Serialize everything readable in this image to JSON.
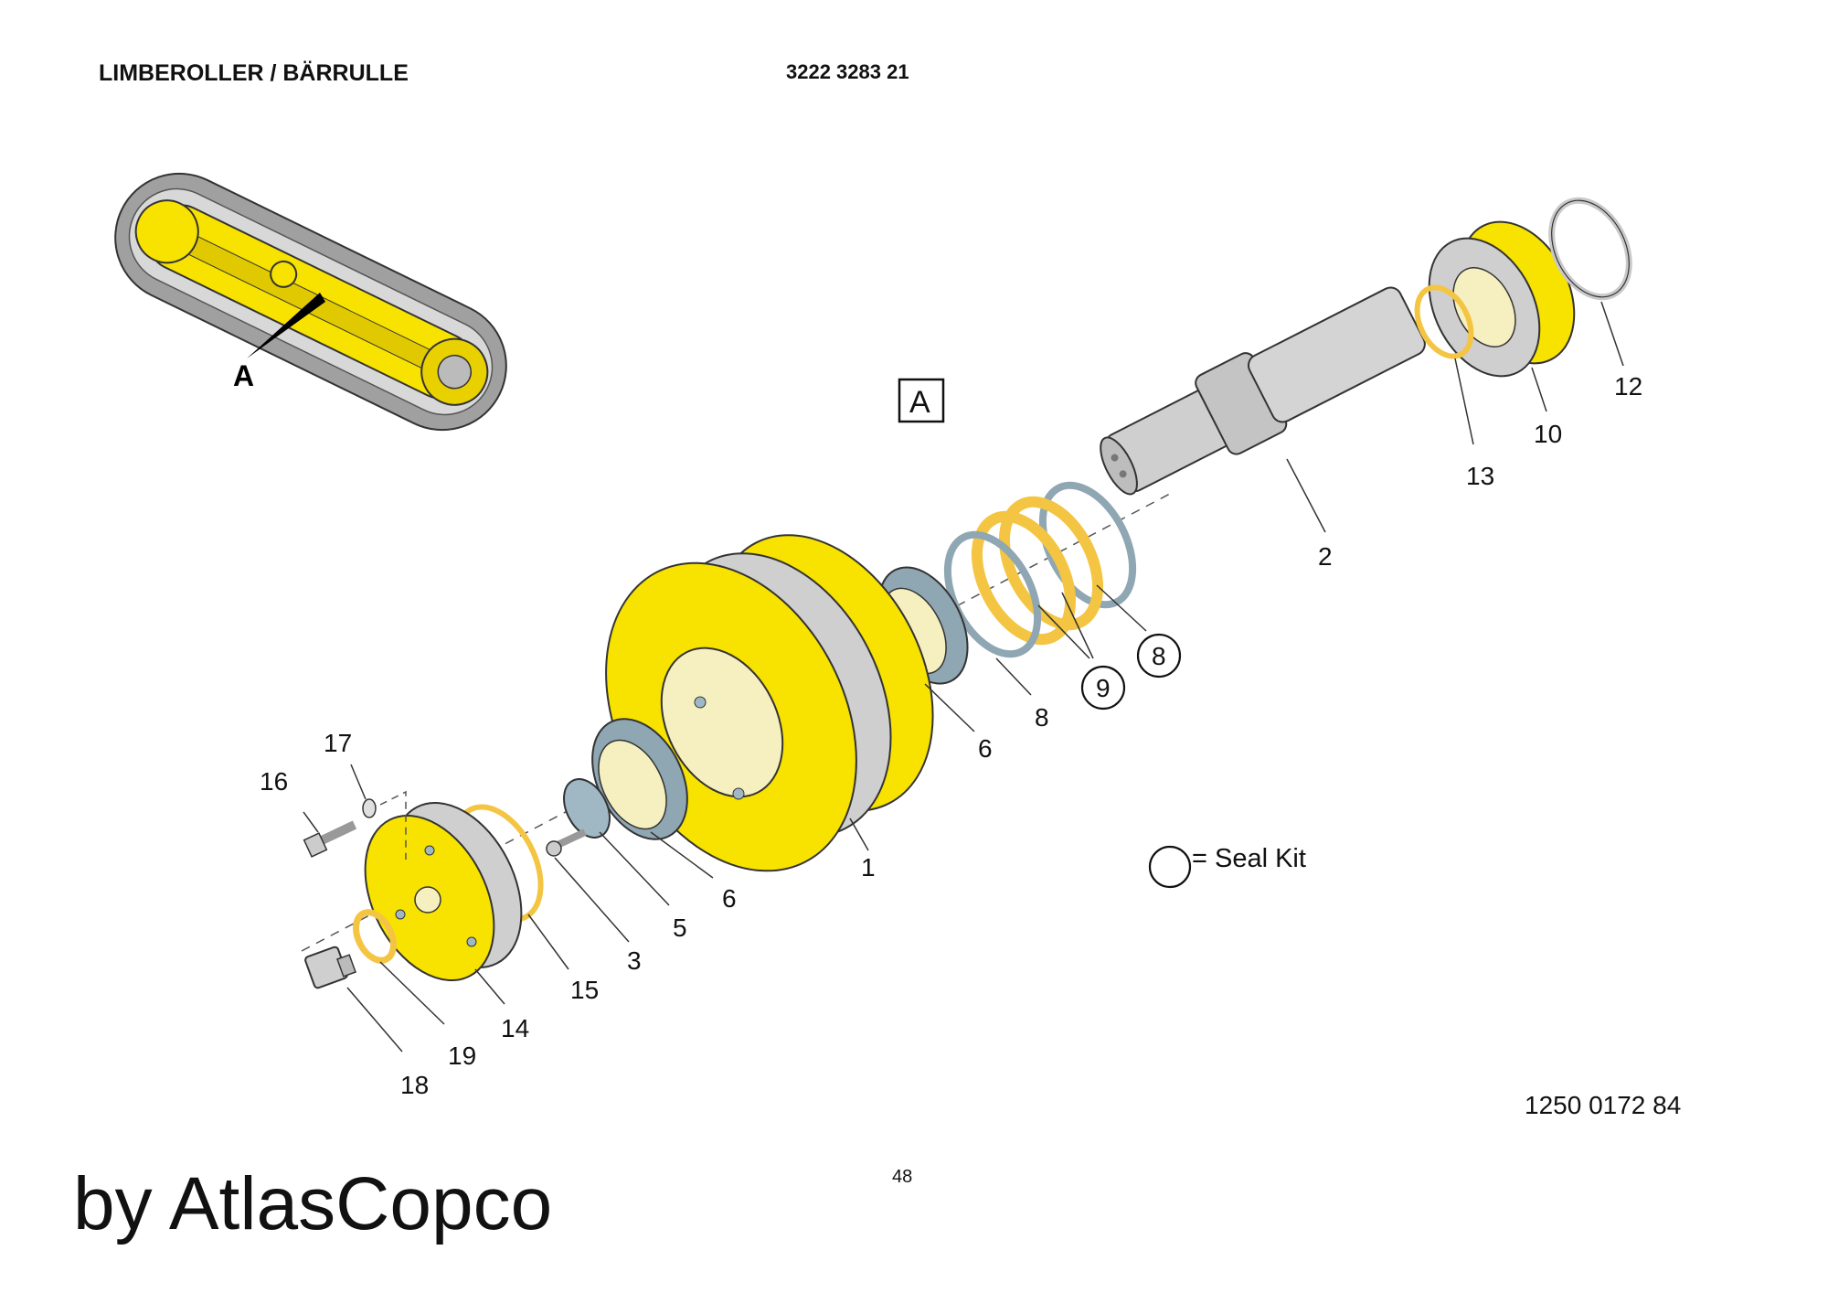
{
  "header": {
    "title": "LIMBEROLLER / BÄRRULLE",
    "part_number": "3222 3283 21"
  },
  "view": {
    "locator_label": "A",
    "view_label": "A"
  },
  "legend": {
    "seal_kit": "= Seal Kit"
  },
  "footer": {
    "document_number": "1250 0172 84",
    "page_number": "48",
    "brand": "by AtlasCopco"
  },
  "callouts": [
    {
      "id": "c1",
      "label": "1",
      "sealkit": false
    },
    {
      "id": "c2",
      "label": "2",
      "sealkit": false
    },
    {
      "id": "c3",
      "label": "3",
      "sealkit": false
    },
    {
      "id": "c5",
      "label": "5",
      "sealkit": false
    },
    {
      "id": "c6a",
      "label": "6",
      "sealkit": false
    },
    {
      "id": "c6b",
      "label": "6",
      "sealkit": false
    },
    {
      "id": "c8a",
      "label": "8",
      "sealkit": false
    },
    {
      "id": "c8b",
      "label": "8",
      "sealkit": true
    },
    {
      "id": "c9",
      "label": "9",
      "sealkit": true
    },
    {
      "id": "c10",
      "label": "10",
      "sealkit": false
    },
    {
      "id": "c12",
      "label": "12",
      "sealkit": false
    },
    {
      "id": "c13",
      "label": "13",
      "sealkit": false
    },
    {
      "id": "c14",
      "label": "14",
      "sealkit": false
    },
    {
      "id": "c15",
      "label": "15",
      "sealkit": false
    },
    {
      "id": "c16",
      "label": "16",
      "sealkit": false
    },
    {
      "id": "c17",
      "label": "17",
      "sealkit": false
    },
    {
      "id": "c18",
      "label": "18",
      "sealkit": false
    },
    {
      "id": "c19",
      "label": "19",
      "sealkit": false
    }
  ],
  "colors": {
    "part_yellow": "#f7e200",
    "seal_orange": "#f4c542",
    "bearing_blue": "#8fa6b3",
    "steel_grey": "#c9c9c9",
    "track_grey": "#9a9a9a",
    "line": "#222222"
  }
}
